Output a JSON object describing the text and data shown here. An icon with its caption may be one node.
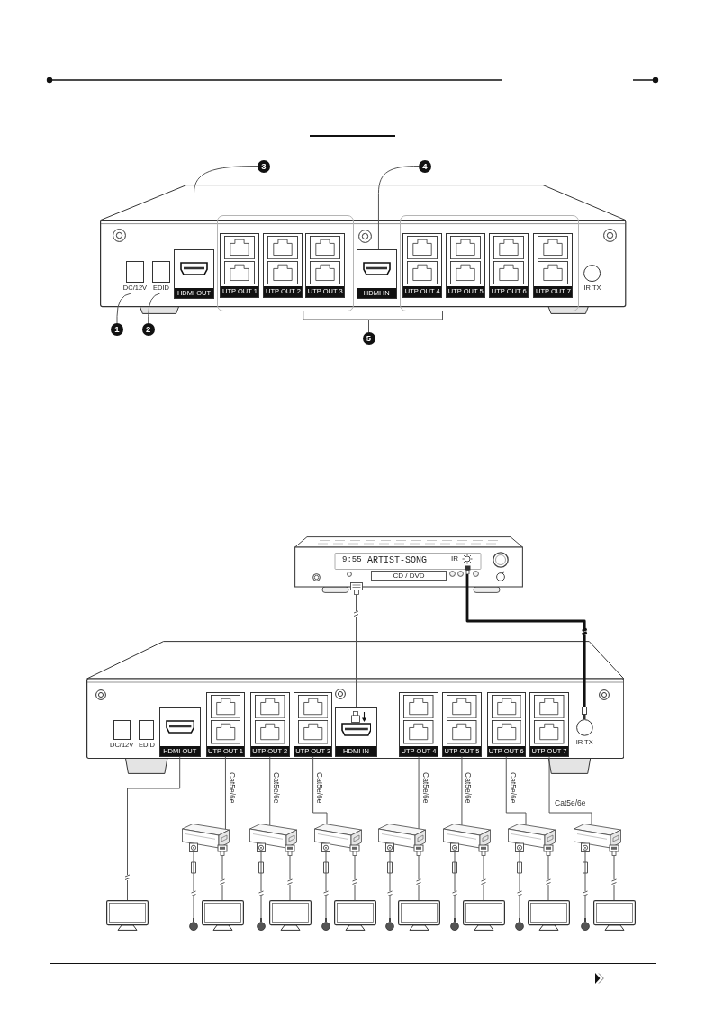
{
  "diagram": {
    "nodes": [
      {
        "text": [
          "3"
        ]
      },
      {
        "text": [
          "4"
        ]
      },
      {
        "text": [],
        "shape": "picture"
      },
      {
        "text": [
          "DC/12V"
        ],
        "in": 2
      },
      {
        "text": [
          "EDID"
        ],
        "in": 2
      },
      {
        "text": [
          "HDMI OUT"
        ],
        "in": 2
      },
      {
        "text": [],
        "shape": "box",
        "in": 2
      },
      {
        "text": [
          "UTP OUT 1"
        ],
        "in": 6
      },
      {
        "text": [
          "UTP OUT 2"
        ],
        "in": 6
      },
      {
        "text": [
          "UTP OUT 3"
        ],
        "in": 6
      },
      {
        "text": [
          "HDMI IN"
        ],
        "in": 2
      },
      {
        "text": [],
        "shape": "box",
        "in": 2
      },
      {
        "text": [
          "UTP OUT 4"
        ],
        "in": 11
      },
      {
        "text": [
          "UTP OUT 5"
        ],
        "in": 11
      },
      {
        "text": [
          "UTP OUT 6"
        ],
        "in": 11
      },
      {
        "text": [
          "UTP OUT 7"
        ],
        "in": 11
      },
      {
        "text": [
          "IR TX"
        ],
        "in": 2
      },
      {
        "text": [
          "1"
        ]
      },
      {
        "text": [
          "2"
        ]
      },
      {
        "text": [
          "5"
        ]
      },
      {
        "text": [
          "9:55",
          "ARTIST-SONG",
          "CD / DVD"
        ]
      },
      {
        "text": [
          "IR"
        ],
        "in": 20
      },
      {
        "text": [],
        "shape": "picture"
      },
      {
        "text": [
          "DC/12V"
        ],
        "in": 22
      },
      {
        "text": [
          "EDID"
        ],
        "in": 22
      },
      {
        "text": [
          "HDMI OUT"
        ],
        "in": 22
      },
      {
        "text": [
          "UTP OUT 1"
        ],
        "in": 22
      },
      {
        "text": [
          "UTP OUT 2"
        ],
        "in": 22
      },
      {
        "text": [
          "UTP OUT 3"
        ],
        "in": 22
      },
      {
        "text": [
          "HDMI IN"
        ],
        "in": 22
      },
      {
        "text": [
          "UTP OUT 4"
        ],
        "in": 22
      },
      {
        "text": [
          "UTP OUT 5"
        ],
        "in": 22
      },
      {
        "text": [
          "UTP OUT 6"
        ],
        "in": 22
      },
      {
        "text": [
          "UTP OUT 7"
        ],
        "in": 22
      },
      {
        "text": [
          "IR TX"
        ],
        "in": 22
      },
      {
        "text": [],
        "shape": "box"
      },
      {
        "text": [],
        "shape": "box"
      },
      {
        "text": [],
        "shape": "box"
      },
      {
        "text": [],
        "shape": "box"
      },
      {
        "text": [],
        "shape": "box"
      },
      {
        "text": [],
        "shape": "box"
      },
      {
        "text": [],
        "shape": "box"
      },
      {
        "text": [],
        "shape": "monitor"
      },
      {
        "text": [],
        "shape": "circle"
      },
      {
        "text": [],
        "shape": "monitor"
      },
      {
        "text": [],
        "shape": "circle"
      },
      {
        "text": [],
        "shape": "monitor"
      },
      {
        "text": [],
        "shape": "circle"
      },
      {
        "text": [],
        "shape": "monitor"
      },
      {
        "text": [],
        "shape": "circle"
      },
      {
        "text": [],
        "shape": "monitor"
      },
      {
        "text": [],
        "shape": "circle"
      },
      {
        "text": [],
        "shape": "monitor"
      },
      {
        "text": [],
        "shape": "circle"
      },
      {
        "text": [],
        "shape": "monitor"
      },
      {
        "text": [],
        "shape": "circle"
      },
      {
        "text": [],
        "shape": "monitor"
      }
    ],
    "edges": [
      {
        "from": 0,
        "to": 5,
        "arrow": "none"
      },
      {
        "from": 1,
        "to": 10,
        "arrow": "none"
      },
      {
        "from": 17,
        "to": 3,
        "arrow": "none"
      },
      {
        "from": 18,
        "to": 4,
        "arrow": "none"
      },
      {
        "from": 19,
        "to": 6,
        "arrow": "none"
      },
      {
        "from": 19,
        "to": 11,
        "arrow": "none"
      },
      {
        "from": 20,
        "to": 29,
        "arrow": "none"
      },
      {
        "from": 34,
        "to": 21,
        "arrow": "none",
        "style": "thick",
        "color": "#111111"
      },
      {
        "from": 25,
        "to": 42,
        "arrow": "none"
      },
      {
        "from": 26,
        "to": 35,
        "label": "Cat5e/6e",
        "arrow": "none"
      },
      {
        "from": 27,
        "to": 36,
        "label": "Cat5e/6e",
        "arrow": "none"
      },
      {
        "from": 28,
        "to": 37,
        "label": "Cat5e/6e",
        "arrow": "none"
      },
      {
        "from": 30,
        "to": 38,
        "label": "Cat5e/6e",
        "arrow": "none"
      },
      {
        "from": 31,
        "to": 39,
        "label": "Cat5e/6e",
        "arrow": "none"
      },
      {
        "from": 32,
        "to": 40,
        "label": "Cat5e/6e",
        "arrow": "none"
      },
      {
        "from": 33,
        "to": 41,
        "label": "Cat5e/6e",
        "arrow": "none"
      },
      {
        "from": 35,
        "to": 43,
        "arrow": "none"
      },
      {
        "from": 35,
        "to": 44,
        "arrow": "none"
      },
      {
        "from": 36,
        "to": 45,
        "arrow": "none"
      },
      {
        "from": 36,
        "to": 46,
        "arrow": "none"
      },
      {
        "from": 37,
        "to": 47,
        "arrow": "none"
      },
      {
        "from": 37,
        "to": 48,
        "arrow": "none"
      },
      {
        "from": 38,
        "to": 49,
        "arrow": "none"
      },
      {
        "from": 38,
        "to": 50,
        "arrow": "none"
      },
      {
        "from": 39,
        "to": 51,
        "arrow": "none"
      },
      {
        "from": 39,
        "to": 52,
        "arrow": "none"
      },
      {
        "from": 40,
        "to": 53,
        "arrow": "none"
      },
      {
        "from": 40,
        "to": 54,
        "arrow": "none"
      },
      {
        "from": 41,
        "to": 55,
        "arrow": "none"
      },
      {
        "from": 41,
        "to": 56,
        "arrow": "none"
      }
    ]
  }
}
